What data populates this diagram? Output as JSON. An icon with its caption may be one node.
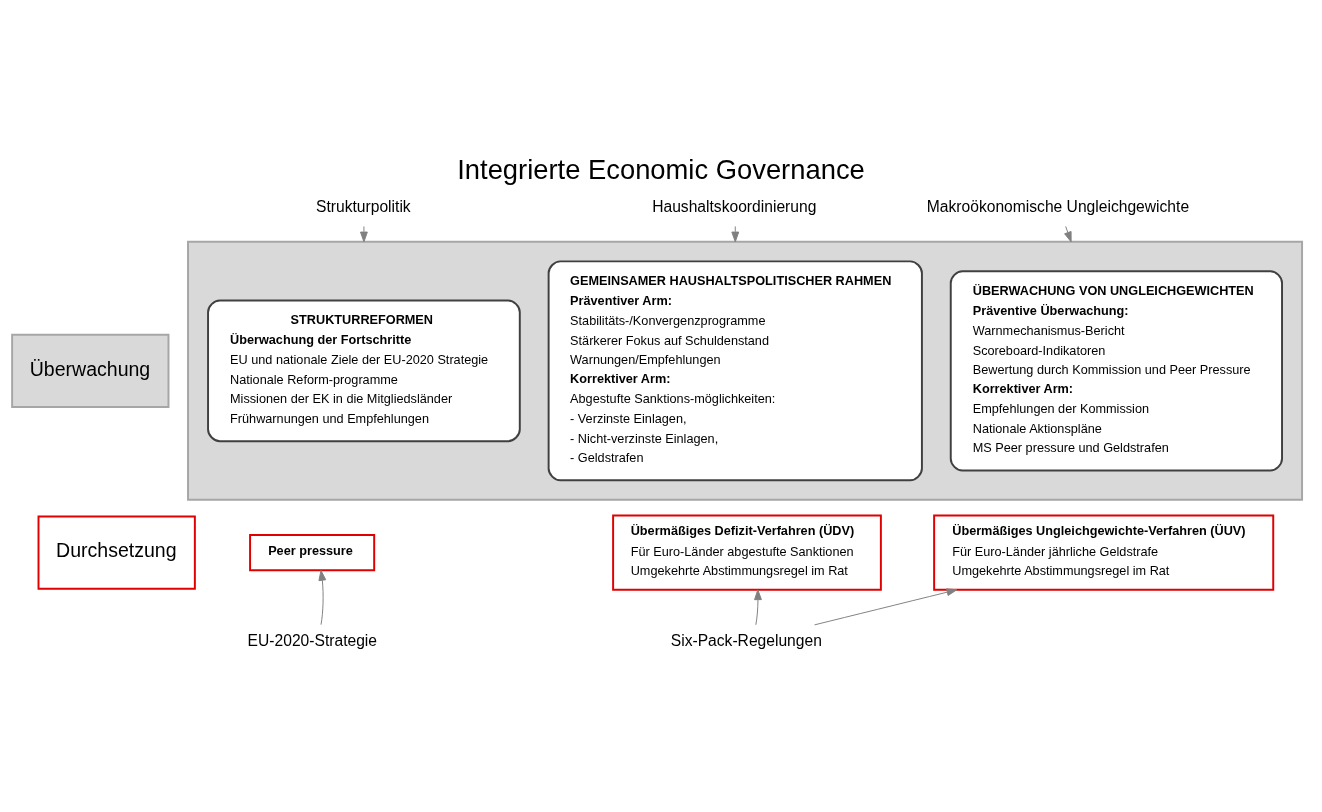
{
  "diagram": {
    "title": "Integrierte Economic Governance",
    "nodes": [
      {
        "text": [
          "Überwachung"
        ]
      },
      {
        "text": [],
        "shape": "box"
      },
      {
        "text": [
          "STRUKTURREFORMEN",
          "Überwachung der Fortschritte",
          "EU und nationale Ziele der EU-2020 Strategie",
          "Nationale Reform-programme",
          "Missionen der EK in die Mitgliedsländer",
          "Frühwarnungen und Empfehlungen"
        ],
        "in": 1
      },
      {
        "text": [
          "GEMEINSAMER HAUSHALTSPOLITISCHER RAHMEN",
          "Präventiver Arm:",
          "Stabilitäts-/Konvergenzprogramme",
          "Stärkerer Fokus auf Schuldenstand",
          "Warnungen/Empfehlungen",
          "Korrektiver Arm:",
          "Abgestufte Sanktions-möglichkeiten:",
          "- Verzinste Einlagen,",
          "- Nicht-verzinste Einlagen,",
          "- Geldstrafen"
        ],
        "in": 1
      },
      {
        "text": [
          "ÜBERWACHUNG VON UNGLEICHGEWICHTEN",
          "Präventive Überwachung:",
          "Warnmechanismus-Bericht",
          "Scoreboard-Indikatoren",
          "Bewertung durch Kommission und Peer Pressure",
          "Korrektiver Arm:",
          "Empfehlungen der Kommission",
          "Nationale Aktionspläne",
          "MS Peer pressure und Geldstrafen"
        ],
        "in": 1
      },
      {
        "text": [
          "Durchsetzung"
        ]
      },
      {
        "text": [
          "Peer pressure"
        ]
      },
      {
        "text": [
          "Übermäßiges Defizit-Verfahren (ÜDV)",
          "Für Euro-Länder abgestufte Sanktionen",
          "Umgekehrte Abstimmungsregel im Rat"
        ]
      },
      {
        "text": [
          "Übermäßiges Ungleichgewichte-Verfahren (ÜUV)",
          "Für Euro-Länder jährliche Geldstrafe",
          "Umgekehrte Abstimmungsregel im Rat"
        ]
      },
      {
        "text": [
          "Strukturpolitik"
        ]
      },
      {
        "text": [
          "Haushaltskoordinierung"
        ]
      },
      {
        "text": [
          "Makroökonomische Ungleichgewichte"
        ]
      },
      {
        "text": [
          "EU-2020-Strategie"
        ]
      },
      {
        "text": [
          "Six-Pack-Regelungen"
        ]
      }
    ],
    "edges": [
      {
        "from": 9,
        "to": 1,
        "arrow": "to"
      },
      {
        "from": 10,
        "to": 1,
        "arrow": "to"
      },
      {
        "from": 11,
        "to": 1,
        "arrow": "to"
      },
      {
        "from": 12,
        "to": 6,
        "arrow": "to"
      },
      {
        "from": 13,
        "to": 7,
        "arrow": "to"
      },
      {
        "from": 13,
        "to": 8,
        "arrow": "to"
      }
    ]
  }
}
